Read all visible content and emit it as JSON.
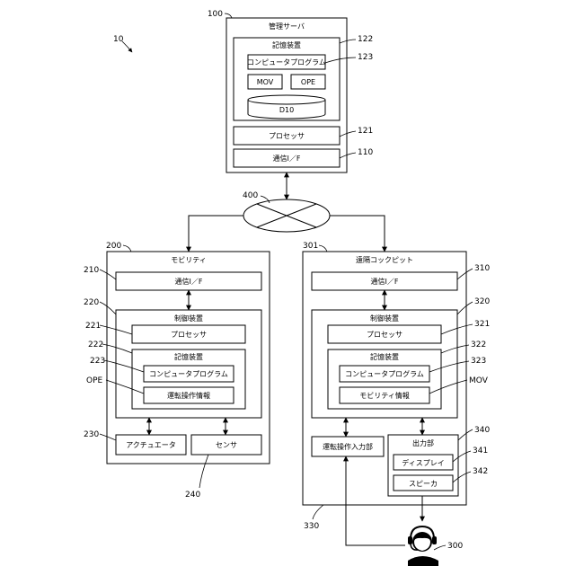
{
  "figure_ref": "10",
  "server": {
    "ref": "100",
    "title": "管理サーバ",
    "storage": {
      "ref": "122",
      "label": "記憶装置"
    },
    "program": {
      "ref": "123",
      "label": "コンピュータプログラム"
    },
    "mov": "MOV",
    "ope": "OPE",
    "db": "D10",
    "processor": {
      "ref": "121",
      "label": "プロセッサ"
    },
    "comm": {
      "ref": "110",
      "label": "通信I／F"
    }
  },
  "network": {
    "ref": "400"
  },
  "mobility": {
    "ref": "200",
    "title": "モビリティ",
    "comm": {
      "ref": "210",
      "label": "通信I／F"
    },
    "control": {
      "ref": "220",
      "label": "制御装置"
    },
    "processor": {
      "ref": "221",
      "label": "プロセッサ"
    },
    "storage": {
      "ref": "222",
      "label": "記憶装置"
    },
    "program": {
      "ref": "223",
      "label": "コンピュータプログラム"
    },
    "info": {
      "ref": "OPE",
      "label": "運転操作情報"
    },
    "actuator": {
      "ref": "230",
      "label": "アクチュエータ"
    },
    "sensor": {
      "ref": "240",
      "label": "センサ"
    }
  },
  "cockpit": {
    "ref": "301",
    "title": "遠隔コックピット",
    "comm": {
      "ref": "310",
      "label": "通信I／F"
    },
    "control": {
      "ref": "320",
      "label": "制御装置"
    },
    "processor": {
      "ref": "321",
      "label": "プロセッサ"
    },
    "storage": {
      "ref": "322",
      "label": "記憶装置"
    },
    "program": {
      "ref": "323",
      "label": "コンピュータプログラム"
    },
    "info": {
      "ref": "MOV",
      "label": "モビリティ情報"
    },
    "input": {
      "ref": "330",
      "label": "運転操作入力部"
    },
    "output": {
      "ref": "340",
      "label": "出力部"
    },
    "display": {
      "ref": "341",
      "label": "ディスプレイ"
    },
    "speaker": {
      "ref": "342",
      "label": "スピーカ"
    }
  },
  "operator": {
    "ref": "300"
  }
}
